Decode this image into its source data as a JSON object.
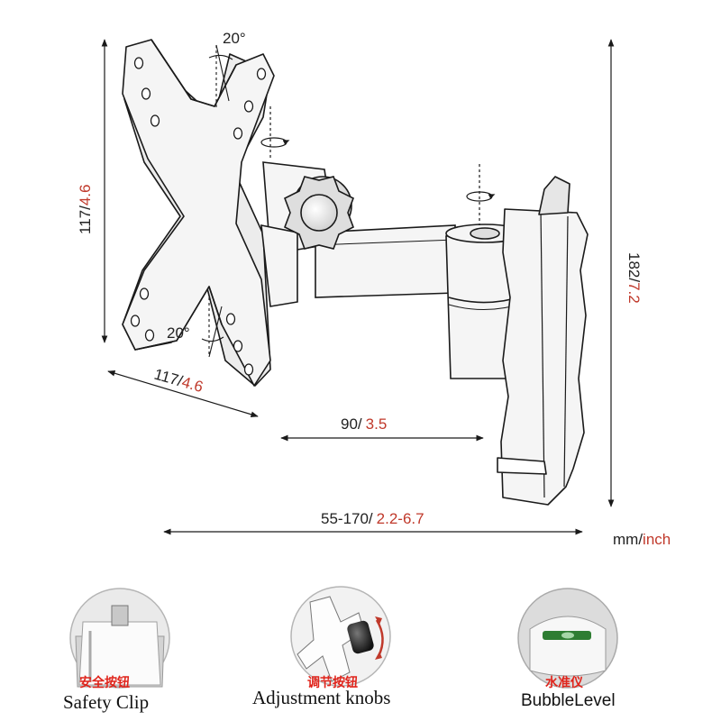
{
  "colors": {
    "accent": "#c0392b",
    "line": "#1a1a1a",
    "metal": "#f4f4f4"
  },
  "angles": {
    "top": "20°",
    "bottom": "20°"
  },
  "dims": {
    "height_mm": "117/",
    "height_in": "4.6",
    "width_mm": "117/",
    "width_in": "4.6",
    "arm_mm": "90/",
    "arm_in": "3.5",
    "extension_mm": "55-170/",
    "extension_in": "2.2-6.7",
    "total_mm": "182/",
    "total_in": "7.2",
    "units_mm": "mm/",
    "units_in": "inch"
  },
  "icons": [
    "rotation-arrow-icon",
    "rotation-arrow-icon"
  ],
  "features": [
    {
      "cn": "安全按钮",
      "en": "Safety Clip"
    },
    {
      "cn": "调节按钮",
      "en": "Adjustment knobs"
    },
    {
      "cn": "水准仪",
      "en": "BubbleLevel"
    }
  ]
}
